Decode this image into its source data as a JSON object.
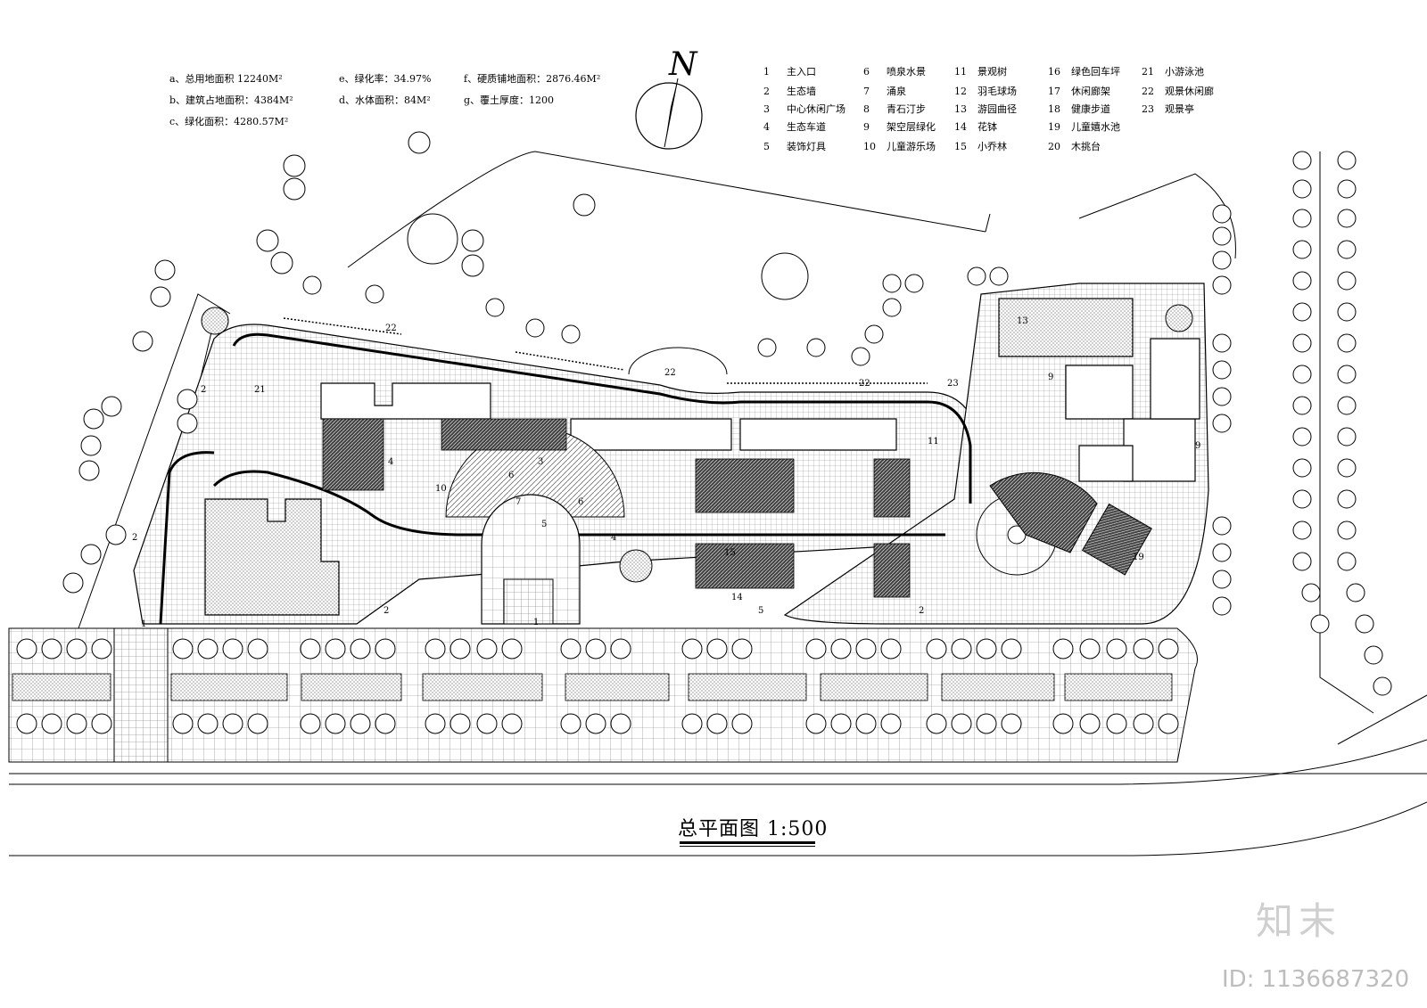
{
  "stats": [
    {
      "label": "a、总用地面积 12240M²",
      "x": 0,
      "y": 0
    },
    {
      "label": "b、建筑占地面积：4384M²"
    },
    {
      "label": "c、绿化面积：4280.57M²"
    },
    {
      "label": "e、绿化率：34.97%"
    },
    {
      "label": "d、水体面积：84M²"
    },
    {
      "label": "f、硬质铺地面积：2876.46M²"
    },
    {
      "label": "g、覆土厚度：1200"
    }
  ],
  "legend": [
    {
      "num": "1",
      "label": "主入口"
    },
    {
      "num": "2",
      "label": "生态墙"
    },
    {
      "num": "3",
      "label": "中心休闲广场"
    },
    {
      "num": "4",
      "label": "生态车道"
    },
    {
      "num": "5",
      "label": "装饰灯具"
    },
    {
      "num": "6",
      "label": "喷泉水景"
    },
    {
      "num": "7",
      "label": "涌泉"
    },
    {
      "num": "8",
      "label": "青石汀步"
    },
    {
      "num": "9",
      "label": "架空层绿化"
    },
    {
      "num": "10",
      "label": "儿童游乐场"
    },
    {
      "num": "11",
      "label": "景观树"
    },
    {
      "num": "12",
      "label": "羽毛球场"
    },
    {
      "num": "13",
      "label": "游园曲径"
    },
    {
      "num": "14",
      "label": "花钵"
    },
    {
      "num": "15",
      "label": "小乔林"
    },
    {
      "num": "16",
      "label": "绿色回车坪"
    },
    {
      "num": "17",
      "label": "休闲廊架"
    },
    {
      "num": "18",
      "label": "健康步道"
    },
    {
      "num": "19",
      "label": "儿童嬉水池"
    },
    {
      "num": "20",
      "label": "木挑台"
    },
    {
      "num": "21",
      "label": "小游泳池"
    },
    {
      "num": "22",
      "label": "观景休闲廊"
    },
    {
      "num": "23",
      "label": "观景亭"
    }
  ],
  "north_label": "N",
  "title": "总平面图 1:500",
  "brand": "知末",
  "id_text": "ID: 1136687320",
  "plan_labels": {
    "l1a": "1",
    "l1b": "1",
    "l2a": "2",
    "l2b": "2",
    "l2c": "2",
    "l2d": "2",
    "l3": "3",
    "l4a": "4",
    "l4b": "4",
    "l5a": "5",
    "l5b": "5",
    "l6a": "6",
    "l6b": "6",
    "l7": "7",
    "l9a": "9",
    "l9b": "9",
    "l10": "10",
    "l11": "11",
    "l13": "13",
    "l14": "14",
    "l15": "15",
    "l19": "19",
    "l21": "21",
    "l22a": "22",
    "l22b": "22",
    "l22c": "22",
    "l23": "23"
  },
  "colors": {
    "line": "#000000",
    "hatch": "#9a9a9a",
    "watermark": "#cfcfcf"
  }
}
